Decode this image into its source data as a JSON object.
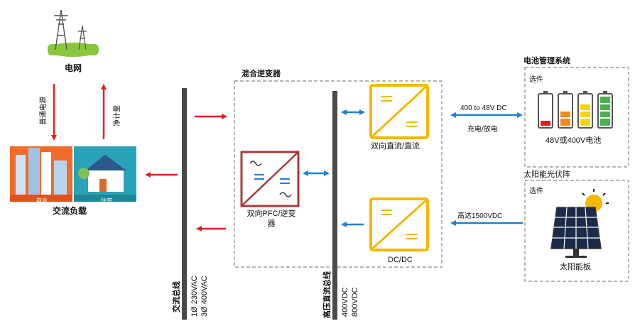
{
  "grid": {
    "label": "电网",
    "down_label": "普通电源",
    "up_label": "净计量"
  },
  "ac_load": {
    "label": "交流负载",
    "left_sub": "商业",
    "right_sub": "住宅"
  },
  "ac_bus": {
    "label": "交流总线",
    "v1": "1Ø 230VAC",
    "v2": "3Ø 400VAC"
  },
  "hybrid_inverter": {
    "title": "混合逆变器",
    "pfc_line1": "双向PFC/逆变",
    "pfc_line2": "器"
  },
  "hv_bus": {
    "label": "高压直流总线",
    "v1": "400VDC",
    "v2": "800VDC"
  },
  "dcdc_top": {
    "label": "双向直流/直流"
  },
  "dcdc_bottom": {
    "label": "DC/DC"
  },
  "battery_link": {
    "top": "400 to 48V DC",
    "bottom": "充电/放电"
  },
  "bms": {
    "title": "电池管理系统",
    "opt": "选件",
    "battery_label": "48V或400V电池"
  },
  "pv": {
    "title": "太阳能光伏阵",
    "opt": "选件",
    "panel_label": "太阳能板",
    "link": "高达1500VDC"
  },
  "colors": {
    "red": "#e02020",
    "blue": "#1f7fd1",
    "yellow": "#f5b800",
    "pfc": "#a83a3a",
    "bus": "#4a4a4a"
  }
}
